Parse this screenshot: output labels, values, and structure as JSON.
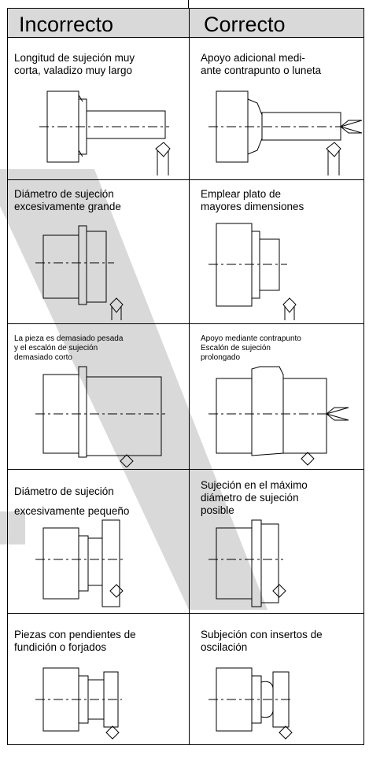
{
  "header": {
    "incorrect": "Incorrecto",
    "correct": "Correcto"
  },
  "rows": [
    {
      "incorrect": [
        "Longitud de sujeción muy",
        "corta, valadizo muy largo"
      ],
      "correct": [
        "Apoyo adicional medi-",
        "ante contrapunto o luneta"
      ]
    },
    {
      "incorrect": [
        "Diámetro de sujeción",
        "excesivamente grande"
      ],
      "correct": [
        "Emplear plato de",
        "mayores dimensiones"
      ]
    },
    {
      "incorrect": [
        "La pieza es demasiado pesada",
        "y el escalón de sujeción",
        "demasiado corto"
      ],
      "correct": [
        "Apoyo mediante contrapunto",
        "Escalón de sujeción",
        "prolongado"
      ]
    },
    {
      "incorrect": [
        "Diámetro de sujeción",
        "excesivamente pequeño"
      ],
      "correct": [
        "Sujeción en el máximo",
        "diámetro de sujeción",
        "posible"
      ]
    },
    {
      "incorrect": [
        "Piezas con pendientes de",
        "fundición o forjados"
      ],
      "correct": [
        "Subjeción con insertos de",
        "oscilación"
      ]
    }
  ],
  "colors": {
    "header_bg": "#d9d9d9",
    "watermark": "#d6d6d6"
  }
}
